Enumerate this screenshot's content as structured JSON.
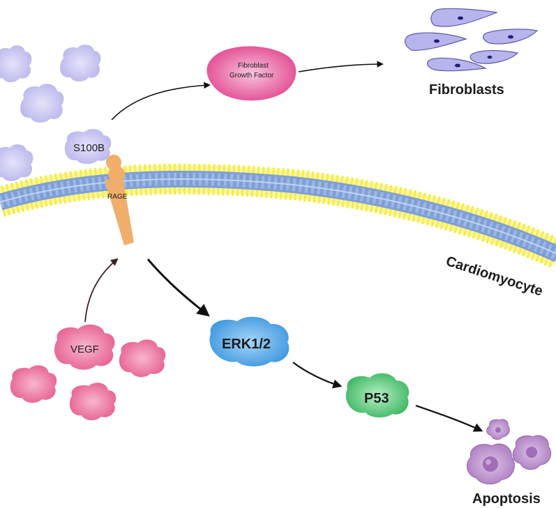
{
  "labels": {
    "s100b": "S100B",
    "rage": "RAGE",
    "fgf_line1": "Fibroblast",
    "fgf_line2": "Growth Factor",
    "fibroblasts": "Fibroblasts",
    "cardiomyocyte": "Cardiomyocyte",
    "vegf": "VEGF",
    "erk": "ERK1/2",
    "p53": "P53",
    "apoptosis": "Apoptosis"
  },
  "colors": {
    "s100b": "#c5c3ee",
    "membrane_outer": "#f3ea2b",
    "membrane_inner": "#7f9fd6",
    "rage": "#f0ae6a",
    "fgf": "#ea5ba0",
    "fibroblast": "#b7b5ec",
    "vegf": "#ea6f98",
    "erk": "#4aa3e4",
    "p53": "#46c067",
    "apoptosis": "#b889c8",
    "arrow": "#111111"
  },
  "icons": {
    "s100b_cluster": "lavender-blob-icon",
    "rage_receptor": "receptor-icon",
    "fgf_shape": "fgf-leaf-icon",
    "fibroblast_cell": "spindle-cell-icon",
    "vegf_cluster": "pink-blob-icon",
    "apoptotic_cell": "apoptotic-cell-icon"
  }
}
